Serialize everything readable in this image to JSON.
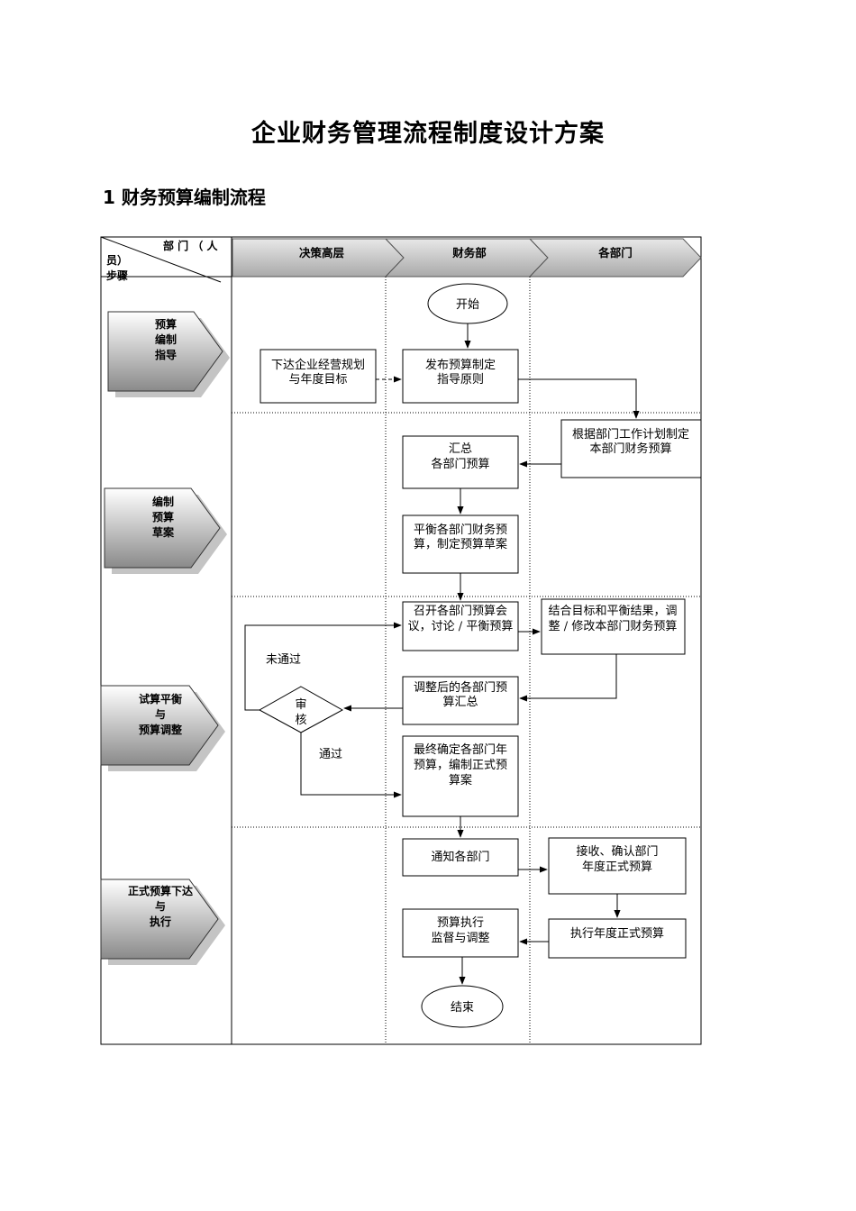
{
  "document": {
    "title": "企业财务管理流程制度设计方案",
    "section_heading": "1  财务预算编制流程"
  },
  "flowchart": {
    "corner_header": {
      "top": "部 门 （ 人",
      "middle": "员）",
      "bottom": "步骤"
    },
    "lanes": [
      "决策高层",
      "财务部",
      "各部门"
    ],
    "stages": [
      [
        "预算",
        "编制",
        "指导"
      ],
      [
        "编制",
        "预算",
        "草案"
      ],
      [
        "试算平衡",
        "与",
        "预算调整"
      ],
      [
        "正式预算下达",
        "与",
        "执行"
      ]
    ],
    "nodes": {
      "start": "开始",
      "issue_plan": [
        "下达企业经营规划",
        "与年度目标"
      ],
      "publish_guide": [
        "发布预算制定",
        "指导原则"
      ],
      "dept_budget": [
        "根据部门工作计划制定",
        "本部门财务预算"
      ],
      "summary": [
        "汇总",
        "各部门预算"
      ],
      "balance_draft": [
        "平衡各部门财务预",
        "算，制定预算草案"
      ],
      "meeting": [
        "召开各部门预算会",
        "议，讨论 / 平衡预算"
      ],
      "adjust_dept": [
        "结合目标和平衡结果，调",
        "整 / 修改本部门财务预算"
      ],
      "adjusted_summary": [
        "调整后的各部门预",
        "算汇总"
      ],
      "review": [
        "审",
        "核"
      ],
      "not_passed": "未通过",
      "passed": "通过",
      "final_budget": [
        "最终确定各部门年",
        "预算，编制正式预",
        "算案"
      ],
      "notify": "通知各部门",
      "receive": [
        "接收、确认部门",
        "年度正式预算"
      ],
      "monitor": [
        "预算执行",
        "监督与调整"
      ],
      "execute": "执行年度正式预算",
      "end": "结束"
    }
  }
}
